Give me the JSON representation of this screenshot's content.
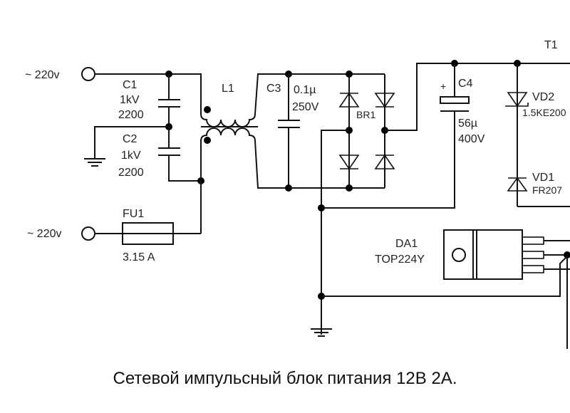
{
  "diagram": {
    "caption": "Сетевой импульсный блок питания 12В 2А.",
    "inputs": [
      {
        "label": "~ 220v"
      },
      {
        "label": "~ 220v"
      }
    ],
    "components": {
      "C1": {
        "ref": "C1",
        "voltage": "1kV",
        "value": "2200"
      },
      "C2": {
        "ref": "C2",
        "voltage": "1kV",
        "value": "2200"
      },
      "L1": {
        "ref": "L1"
      },
      "C3": {
        "ref": "C3",
        "value": "0.1µ",
        "voltage": "250V"
      },
      "BR1": {
        "ref": "BR1"
      },
      "C4": {
        "ref": "C4",
        "polarity": "+",
        "value": "56µ",
        "voltage": "400V"
      },
      "VD2": {
        "ref": "VD2",
        "part": "1.5KE200"
      },
      "VD1": {
        "ref": "VD1",
        "part": "FR207"
      },
      "T1": {
        "ref": "T1"
      },
      "FU1": {
        "ref": "FU1",
        "rating": "3.15 A"
      },
      "DA1": {
        "ref": "DA1",
        "part": "TOP224Y"
      }
    }
  }
}
